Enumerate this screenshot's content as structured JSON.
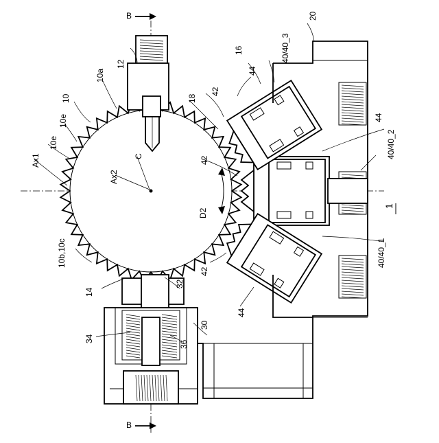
{
  "labels": {
    "section_top": "B",
    "section_bottom": "B",
    "ref_1": "1",
    "ref_10": "10",
    "ref_10a": "10a",
    "ref_10e_1": "10e",
    "ref_10e_2": "10e",
    "ref_10b_10c": "10b,10c",
    "ref_12": "12",
    "ref_14": "14",
    "ref_16": "16",
    "ref_18": "18",
    "ref_20": "20",
    "ref_30": "30",
    "ref_32": "32",
    "ref_34": "34",
    "ref_36": "36",
    "ref_42_a": "42",
    "ref_42_b": "42",
    "ref_42_c": "42",
    "ref_44_a": "44",
    "ref_44_b": "44",
    "ref_44_c": "44",
    "ref_40_3": "40/40_3",
    "ref_40_2": "40/40_2",
    "ref_40_1": "40/40_1",
    "ref_ax1": "Ax1",
    "ref_ax2": "Ax2",
    "ref_c": "C",
    "ref_d2": "D2"
  },
  "gear": {
    "tooth_count": 44
  }
}
